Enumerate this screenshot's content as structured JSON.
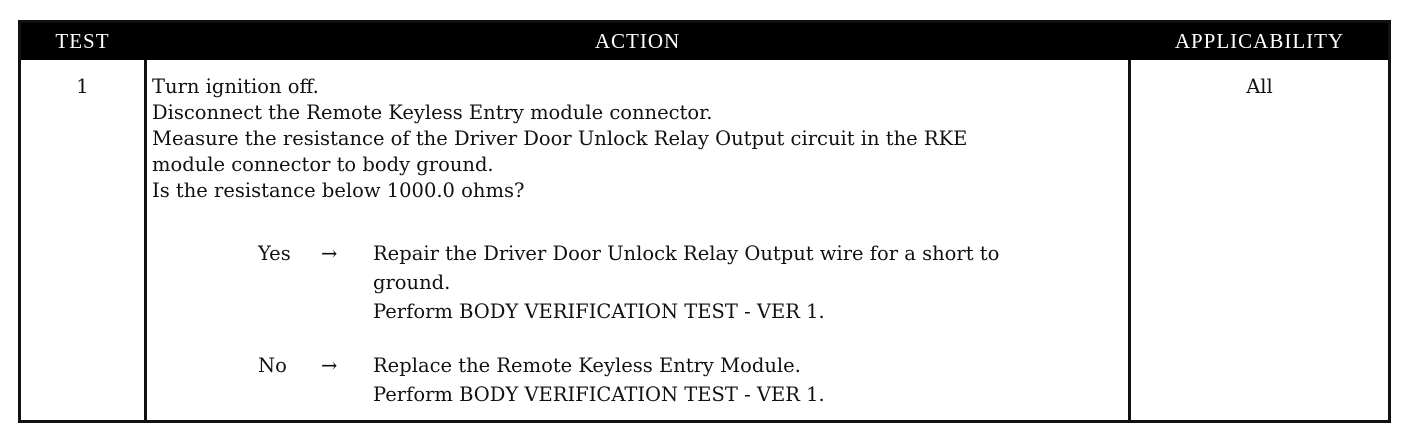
{
  "table": {
    "headers": {
      "test": "TEST",
      "action": "ACTION",
      "applicability": "APPLICABILITY"
    },
    "row": {
      "test_number": "1",
      "applicability": "All",
      "action_lines": [
        "Turn ignition off.",
        "Disconnect the Remote Keyless Entry module connector.",
        "Measure the resistance of the Driver Door Unlock Relay Output circuit in the RKE",
        "module connector to body ground.",
        "Is the resistance below 1000.0 ohms?"
      ],
      "branches": [
        {
          "label": "Yes",
          "arrow": "→",
          "lines": [
            "Repair the Driver Door Unlock Relay Output wire for a short to",
            "ground.",
            "Perform BODY VERIFICATION TEST - VER 1."
          ]
        },
        {
          "label": "No",
          "arrow": "→",
          "lines": [
            "Replace the Remote Keyless Entry Module.",
            "Perform BODY VERIFICATION TEST - VER 1."
          ]
        }
      ]
    }
  }
}
